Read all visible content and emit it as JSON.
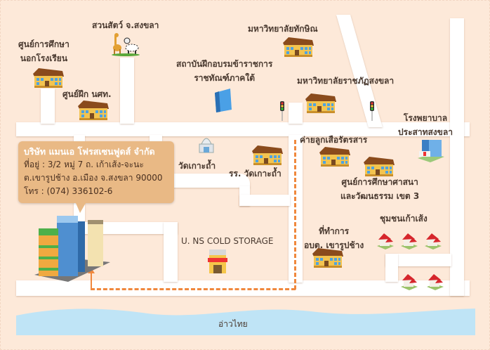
{
  "landmarks": {
    "zoo": "สวนสัตว์ จ.สงขลา",
    "nfe_center_1": "ศูนย์การศึกษา",
    "nfe_center_2": "นอกโรงเรียน",
    "nst_training": "ศูนย์ฝึก นศท.",
    "civil_institute_1": "สถาบันฝึกอบรมข้าราชการ",
    "civil_institute_2": "ราชทัณฑ์ภาคใต้",
    "thaksin_univ": "มหาวิทยาลัยทักษิณ",
    "rajabhat_univ": "มหาวิทยาลัยราชภัฏสงขลา",
    "hospital_1": "โรงพยาบาล",
    "hospital_2": "ประสาทสงขลา",
    "scout_camp": "ค่ายลูกเสือรัตรสาร",
    "religion_center_1": "ศูนย์การศึกษาศาสนา",
    "religion_center_2": "และวัฒนธรรม เขต 3",
    "temple": "วัดเกาะถ้ำ",
    "temple_school": "รร. วัดเกาะถ้ำ",
    "cold_storage": "U. NS COLD STORAGE",
    "sao_office_1": "ที่ทำการ",
    "sao_office_2": "อบต. เขารูปช้าง",
    "community": "ชุมชนเก้าเส้ง",
    "sea": "อ่าวไทย"
  },
  "company": {
    "name": "บริษัท แมนเอ โฟรสเซนฟูดส์ จำกัด",
    "address_1": "ที่อยู่  : 3/2 หมู่ 7 ถ. เก้าเส้ง-จะนะ",
    "address_2": "ต.เขารูปช้าง อ.เมือง จ.สงขลา 90000",
    "phone": "โทร   : (074) 336102-6"
  },
  "colors": {
    "background": "#fde9d9",
    "road": "#ffffff",
    "route": "#f0883d",
    "sea": "#bfe4f6",
    "callout": "#e9b985"
  }
}
